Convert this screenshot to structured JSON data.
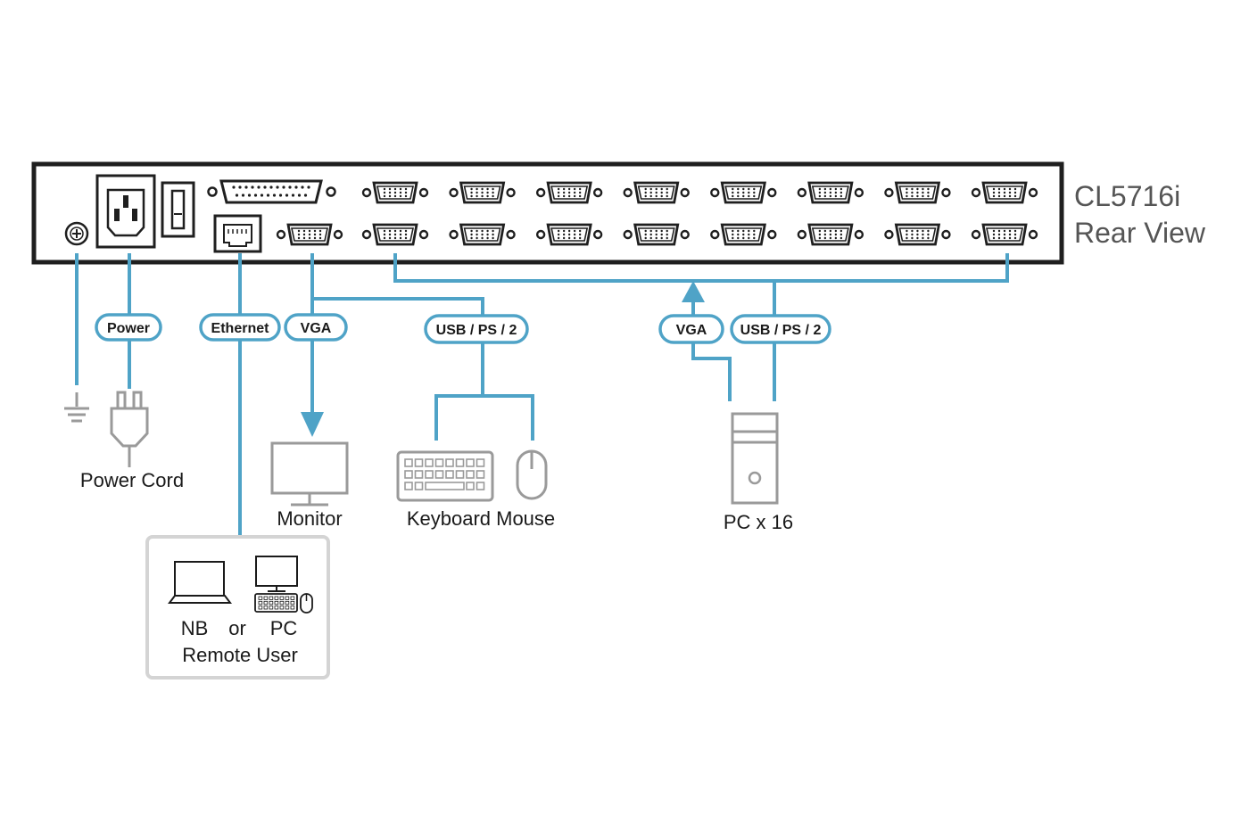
{
  "colors": {
    "wire": "#4fa3c7",
    "panel": "#1f1f1f",
    "device": "#9a9a9a",
    "remote_box": "#d4d4d4"
  },
  "title": {
    "line1": "CL5716i",
    "line2": "Rear View"
  },
  "cables": {
    "power": "Power",
    "ethernet": "Ethernet",
    "vga_console": "VGA",
    "usb_console": "USB / PS / 2",
    "vga_pc": "VGA",
    "usb_pc": "USB / PS / 2"
  },
  "devices": {
    "power_cord": "Power Cord",
    "monitor": "Monitor",
    "keyboard_mouse": "Keyboard Mouse",
    "pcs": "PC x 16"
  },
  "remote": {
    "nb": "NB",
    "or": "or",
    "pc": "PC",
    "caption": "Remote User"
  },
  "icons": {
    "ground": "ground-icon",
    "power_socket": "power-socket-icon",
    "power_switch": "power-switch-icon",
    "parallel_port": "db25-port-icon",
    "rj45_port": "rj45-port-icon",
    "vga_port": "vga-port-icon",
    "plug": "power-plug-icon",
    "monitor": "monitor-icon",
    "keyboard": "keyboard-icon",
    "mouse": "mouse-icon",
    "pc_tower": "pc-tower-icon",
    "laptop": "laptop-icon",
    "desktop": "desktop-pc-icon"
  },
  "ports": {
    "kvm_port_rows": 2,
    "kvm_port_columns": 8
  }
}
